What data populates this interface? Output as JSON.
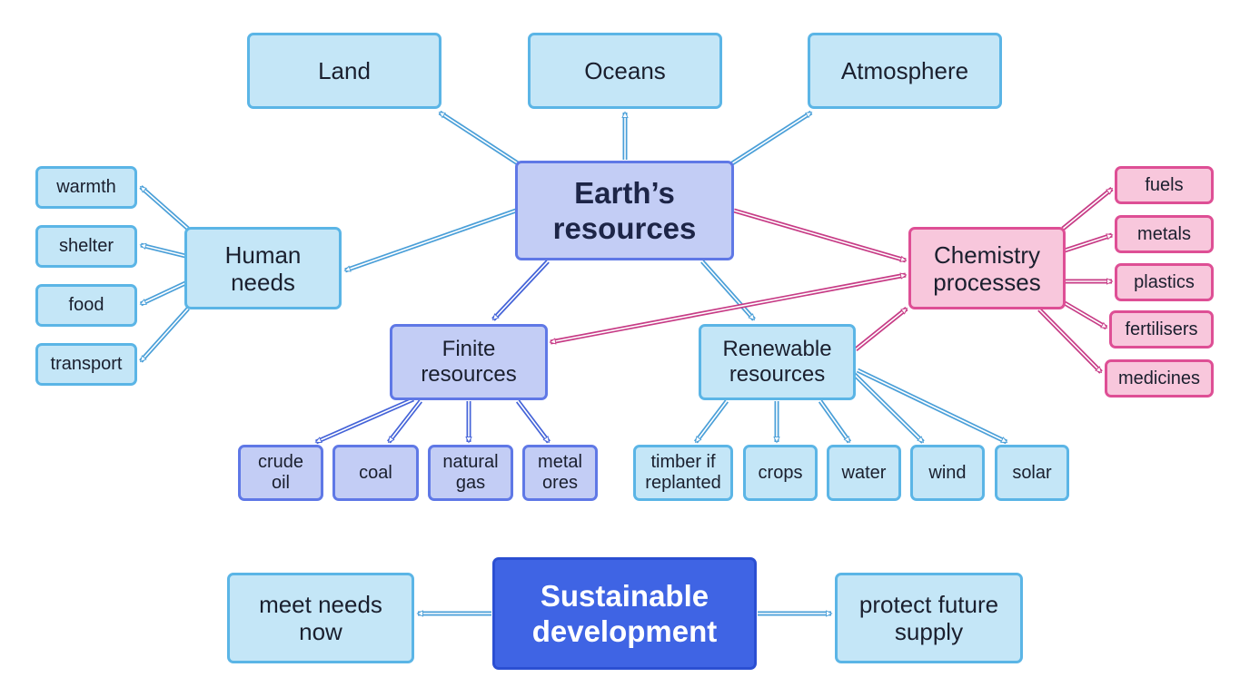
{
  "center": "Earth’s\nresources",
  "spheres": {
    "land": "Land",
    "oceans": "Oceans",
    "atmosphere": "Atmosphere"
  },
  "human_needs": {
    "label": "Human\nneeds",
    "items": [
      "warmth",
      "shelter",
      "food",
      "transport"
    ]
  },
  "chemistry": {
    "label": "Chemistry\nprocesses",
    "items": [
      "fuels",
      "metals",
      "plastics",
      "fertilisers",
      "medicines"
    ]
  },
  "finite": {
    "label": "Finite\nresources",
    "items": [
      "crude\noil",
      "coal",
      "natural\ngas",
      "metal\nores"
    ]
  },
  "renewable": {
    "label": "Renewable\nresources",
    "items": [
      "timber if\nreplanted",
      "crops",
      "water",
      "wind",
      "solar"
    ]
  },
  "sustainable": {
    "label": "Sustainable\ndevelopment",
    "left": "meet needs\nnow",
    "right": "protect future\nsupply"
  },
  "colors": {
    "light_fill": "#c4e6f7",
    "light_stroke": "#5bb5e6",
    "blue_fill": "#c3cdf5",
    "blue_stroke": "#5f78e6",
    "pink_fill": "#f8c7dc",
    "pink_stroke": "#de4f95",
    "sustainable_fill": "#3f64e4"
  }
}
